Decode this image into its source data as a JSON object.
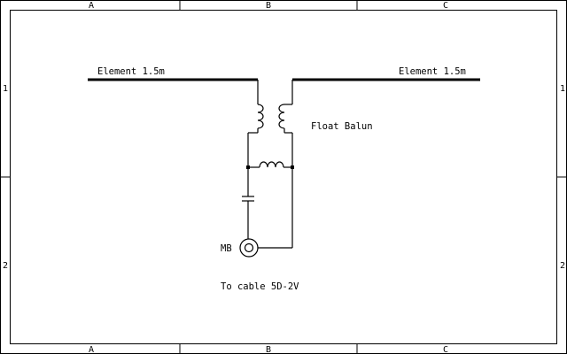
{
  "zones": {
    "columns": [
      "A",
      "B",
      "C"
    ],
    "rows": [
      "1",
      "2"
    ]
  },
  "labels": {
    "element_left": "Element 1.5m",
    "element_right": "Element 1.5m",
    "balun": "Float Balun",
    "connector": "MB",
    "cable": "To cable 5D-2V"
  },
  "colors": {
    "ink": "#000000",
    "paper": "#ffffff"
  }
}
